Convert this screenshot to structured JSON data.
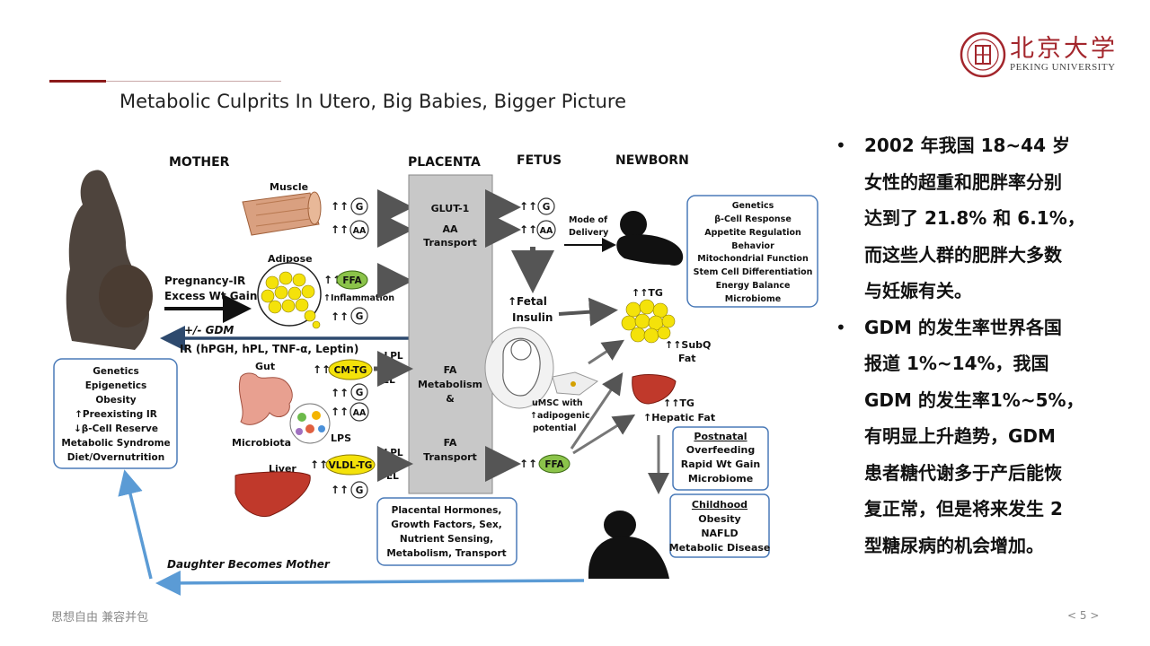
{
  "slide": {
    "title": "Metabolic Culprits In Utero, Big Babies, Bigger Picture",
    "page_number": "< 5 >",
    "footer_slogan": "思想自由 兼容并包"
  },
  "logo": {
    "name_cn": "北京大学",
    "name_en": "PEKING UNIVERSITY",
    "emblem_icon": "peking-university-emblem-icon"
  },
  "bullets": [
    "2002 年我国 18~44 岁女性的超重和肥胖率分别达到了 21.8% 和 6.1%，而这些人群的肥胖大多数与妊娠有关。",
    "GDM 的发生率世界各国报道 1%~14%，我国 GDM 的发生率1%~5%，有明显上升趋势，GDM 患者糖代谢多于产后能恢复正常，但是将来发生 2 型糖尿病的机会增加。"
  ],
  "bullet_lines": [
    [
      "2002 年我国 18~44 岁",
      "女性的超重和肥胖率分别",
      "达到了 21.8% 和 6.1%，",
      "而这些人群的肥胖大多数",
      "与妊娠有关。"
    ],
    [
      "GDM 的发生率世界各国",
      "报道 1%~14%，我国",
      "GDM 的发生率1%~5%，",
      "有明显上升趋势，GDM",
      "患者糖代谢多于产后能恢",
      "复正常，但是将来发生 2",
      "型糖尿病的机会增加。"
    ]
  ],
  "diagram": {
    "headers": {
      "mother": "MOTHER",
      "placenta": "PLACENTA",
      "fetus": "FETUS",
      "newborn": "NEWBORN"
    },
    "tissues": {
      "muscle": "Muscle",
      "adipose": "Adipose",
      "gut": "Gut",
      "microbiota": "Microbiota",
      "liver": "Liver"
    },
    "pregnancy_ir": [
      "Pregnancy-IR",
      "Excess Wt Gain"
    ],
    "gdm": "+/- GDM",
    "ir_factors": "IR (hPGH, hPL, TNF-α, Leptin)",
    "arrows_up2": "↑↑",
    "g": "G",
    "aa": "AA",
    "ffa": "FFA",
    "cm_tg": "CM-TG",
    "vldl_tg": "VLDL-TG",
    "lps": "LPS",
    "inflammation": "↑Inflammation",
    "plpl": "pLPL",
    "el": "EL",
    "placenta_labels": {
      "glut1": "GLUT-1",
      "aa_transport": [
        "AA",
        "Transport"
      ],
      "fa_metabolism": [
        "FA",
        "Metabolism",
        "&"
      ],
      "fa_transport": [
        "FA",
        "Transport"
      ]
    },
    "placenta_box": [
      "Placental Hormones,",
      "Growth Factors, Sex,",
      "Nutrient Sensing,",
      "Metabolism, Transport"
    ],
    "mother_box": [
      "Genetics",
      "Epigenetics",
      "Obesity",
      "↑Preexisting IR",
      "↓β-Cell Reserve",
      "Metabolic Syndrome",
      "Diet/Overnutrition"
    ],
    "fetal_insulin": [
      "↑Fetal",
      "Insulin"
    ],
    "umsc": [
      "uMSC with",
      "↑adipogenic",
      "potential"
    ],
    "mode_of_delivery": [
      "Mode of",
      "Delivery"
    ],
    "newborn_box": [
      "Genetics",
      "β-Cell Response",
      "Appetite Regulation",
      "Behavior",
      "Mitochondrial Function",
      "Stem Cell Differentiation",
      "Energy Balance",
      "Microbiome"
    ],
    "tg": "↑↑TG",
    "subq_fat": [
      "↑↑SubQ",
      "Fat"
    ],
    "tg2": "↑↑TG",
    "hepatic_fat": "↑Hepatic Fat",
    "postnatal_box": {
      "title": "Postnatal",
      "items": [
        "Overfeeding",
        "Rapid Wt Gain",
        "Microbiome"
      ]
    },
    "childhood_box": {
      "title": "Childhood",
      "items": [
        "Obesity",
        "NAFLD",
        "Metabolic Disease"
      ]
    },
    "daughter": "Daughter Becomes Mother"
  },
  "colors": {
    "brand_red": "#8b1a1a",
    "placenta_gray": "#c8c8c8",
    "ffa_green": "#8bc34a",
    "tg_yellow": "#f4e20a",
    "loop_blue": "#5b9bd5",
    "liver_red": "#c0392b",
    "muscle_tan": "#d9a080"
  }
}
